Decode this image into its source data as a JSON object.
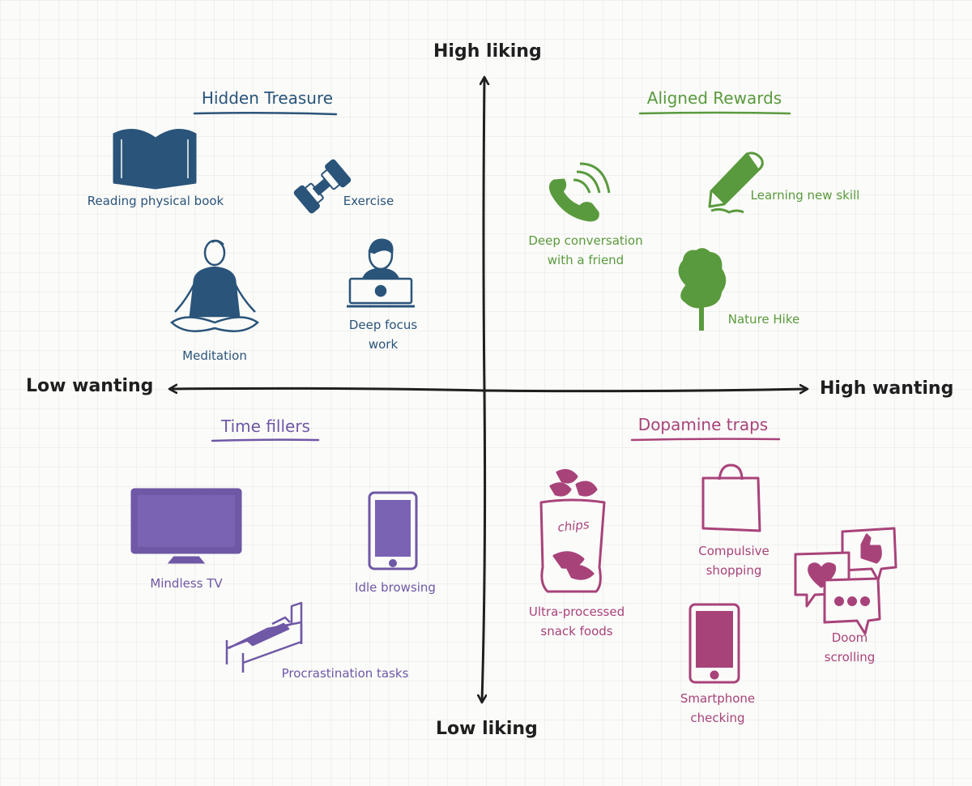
{
  "axes": {
    "top": "High liking",
    "bottom": "Low liking",
    "left": "Low wanting",
    "right": "High wanting"
  },
  "colors": {
    "hidden_treasure": "#2a547a",
    "aligned_rewards": "#5a9a3e",
    "time_fillers": "#6f58a6",
    "dopamine_traps": "#a8437a",
    "axis": "#1f1f1f"
  },
  "quadrants": {
    "hidden_treasure": {
      "title": "Hidden Treasure",
      "items": [
        {
          "lines": [
            "Reading physical book"
          ],
          "icon": "book-icon"
        },
        {
          "lines": [
            "Exercise"
          ],
          "icon": "dumbbell-icon"
        },
        {
          "lines": [
            "Meditation"
          ],
          "icon": "meditation-icon"
        },
        {
          "lines": [
            "Deep focus",
            "work"
          ],
          "icon": "laptop-person-icon"
        }
      ]
    },
    "aligned_rewards": {
      "title": "Aligned Rewards",
      "items": [
        {
          "lines": [
            "Deep conversation",
            "with a friend"
          ],
          "icon": "phone-icon"
        },
        {
          "lines": [
            "Learning new skill"
          ],
          "icon": "pencil-icon"
        },
        {
          "lines": [
            "Nature Hike"
          ],
          "icon": "tree-icon"
        }
      ]
    },
    "time_fillers": {
      "title": "Time fillers",
      "items": [
        {
          "lines": [
            "Mindless TV"
          ],
          "icon": "tv-icon"
        },
        {
          "lines": [
            "Idle browsing"
          ],
          "icon": "tablet-icon"
        },
        {
          "lines": [
            "Procrastination tasks"
          ],
          "icon": "bed-icon"
        }
      ]
    },
    "dopamine_traps": {
      "title": "Dopamine traps",
      "items": [
        {
          "lines": [
            "Ultra-processed",
            "snack foods"
          ],
          "icon": "chips-bag-icon",
          "icon_text": "chips"
        },
        {
          "lines": [
            "Compulsive",
            "shopping"
          ],
          "icon": "shopping-bag-icon"
        },
        {
          "lines": [
            "Doom",
            "scrolling"
          ],
          "icon": "chat-bubbles-icon"
        },
        {
          "lines": [
            "Smartphone",
            "checking"
          ],
          "icon": "smartphone-icon"
        }
      ]
    }
  }
}
